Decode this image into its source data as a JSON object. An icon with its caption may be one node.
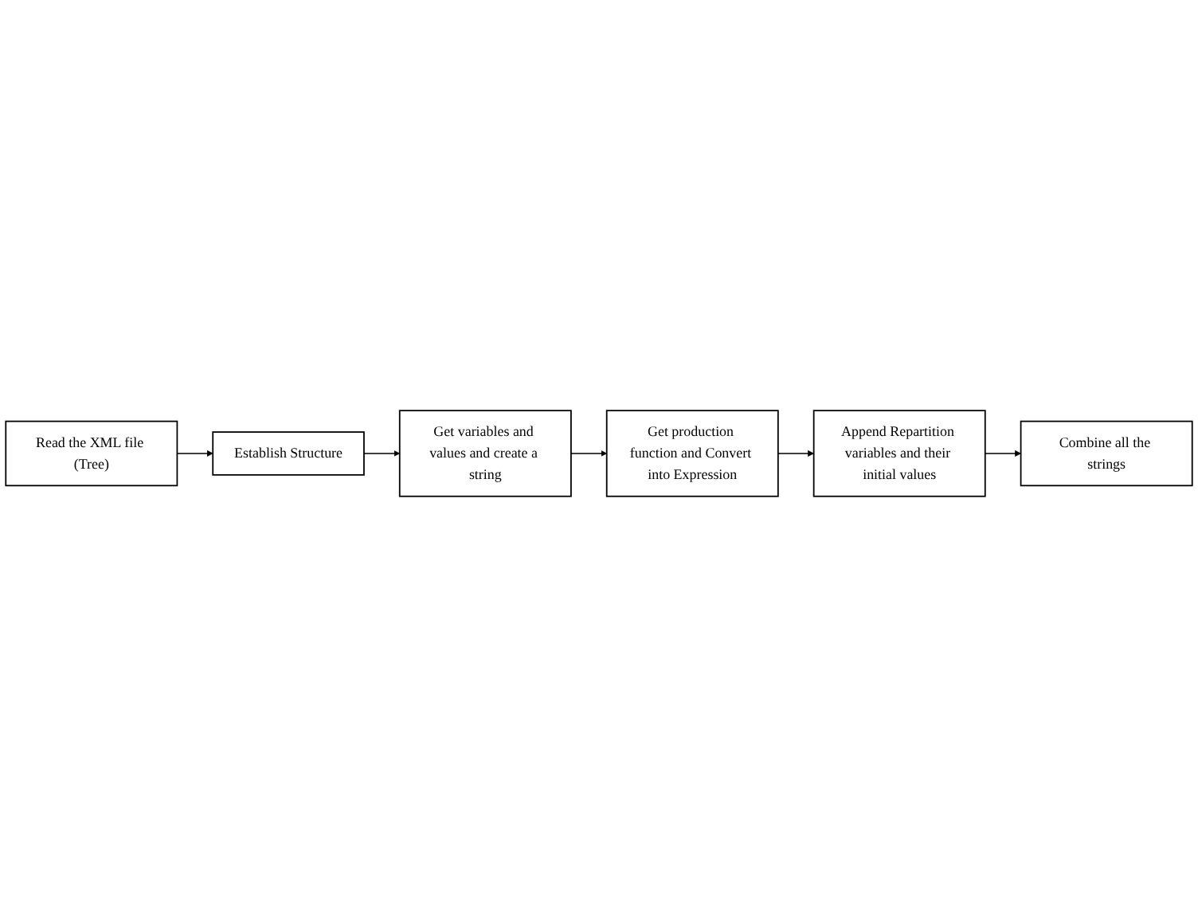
{
  "diagram": {
    "nodes": [
      {
        "text": [
          "Read the XML file (Tree)"
        ]
      },
      {
        "text": [
          "Establish Structure"
        ]
      },
      {
        "text": [
          "Get variables and values and create a string"
        ]
      },
      {
        "text": [
          "Get production function and Convert into Expression"
        ]
      },
      {
        "text": [
          "Append Repartition variables and their initial values"
        ]
      },
      {
        "text": [
          "Combine all the strings"
        ]
      }
    ],
    "edges": [
      {
        "from": 0,
        "to": 1,
        "arrow": "to"
      },
      {
        "from": 1,
        "to": 2,
        "arrow": "to"
      },
      {
        "from": 2,
        "to": 3,
        "arrow": "to"
      },
      {
        "from": 3,
        "to": 4,
        "arrow": "to"
      },
      {
        "from": 4,
        "to": 5,
        "arrow": "to"
      }
    ]
  }
}
